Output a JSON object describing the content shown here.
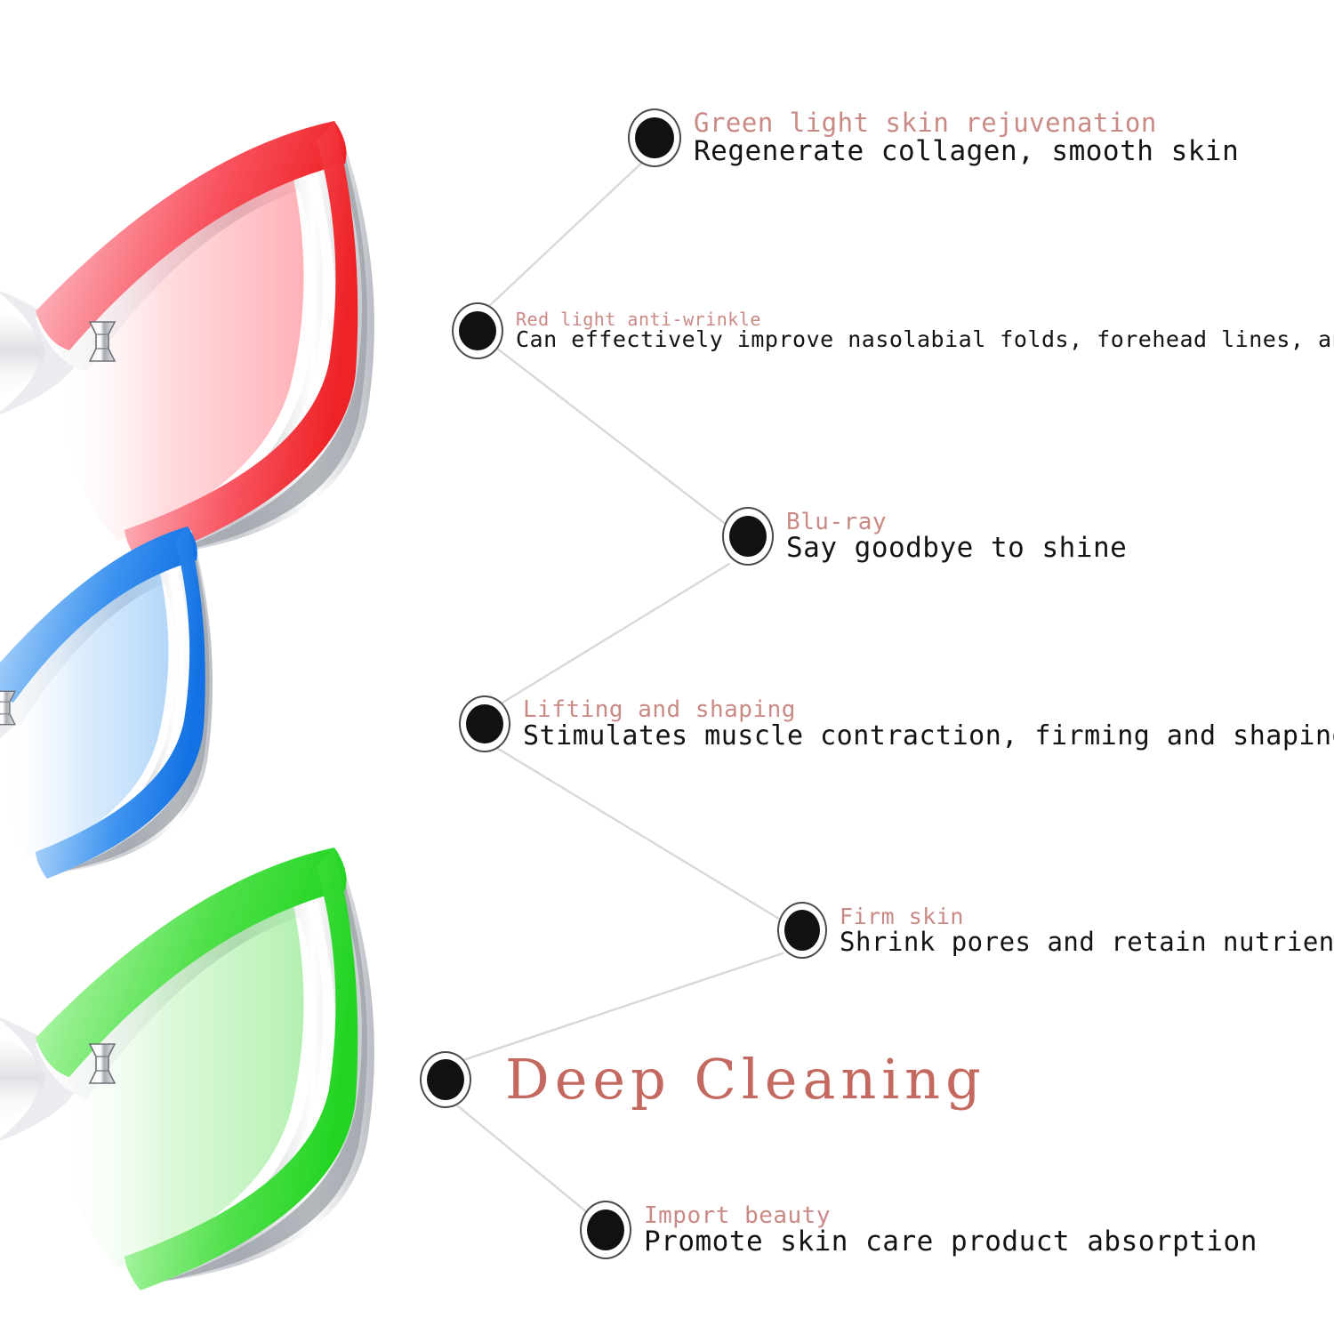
{
  "page": {
    "background": "#ffffff",
    "title_color": "#c98a85",
    "subtitle_color": "#131313",
    "headline_color": "#c4695f",
    "connector_color": "#d8d8d8"
  },
  "products": [
    {
      "name": "red-light-device",
      "led_color": "#f22b2b",
      "glow_color": "#f98a92",
      "body_color": "#d9dadd",
      "button_label": "power-button"
    },
    {
      "name": "blue-light-device",
      "led_color": "#1f7ef0",
      "glow_color": "#8cc2f7",
      "body_color": "#d9dadd",
      "button_label": "power-button"
    },
    {
      "name": "green-light-device",
      "led_color": "#2ee034",
      "glow_color": "#8fe88c",
      "body_color": "#d9dadd",
      "button_label": "power-button"
    }
  ],
  "callouts": [
    {
      "id": "green-light-skin-rejuvenation",
      "title": "Green light skin rejuvenation",
      "subtitle": "Regenerate collagen, smooth skin"
    },
    {
      "id": "red-light-anti-wrinkle",
      "title": "Red light anti-wrinkle",
      "subtitle": "Can effectively improve nasolabial folds, forehead lines, and crow’ s feet"
    },
    {
      "id": "blu-ray",
      "title": "Blu-ray",
      "subtitle": "Say goodbye to shine"
    },
    {
      "id": "lifting-and-shaping",
      "title": "Lifting and shaping",
      "subtitle": "Stimulates muscle contraction, firming and shaping"
    },
    {
      "id": "firm-skin",
      "title": "Firm skin",
      "subtitle": "Shrink pores and retain nutrients"
    },
    {
      "id": "deep-cleaning",
      "headline": "Deep Cleaning"
    },
    {
      "id": "import-beauty",
      "title": "Import beauty",
      "subtitle": "Promote skin care product absorption"
    }
  ]
}
